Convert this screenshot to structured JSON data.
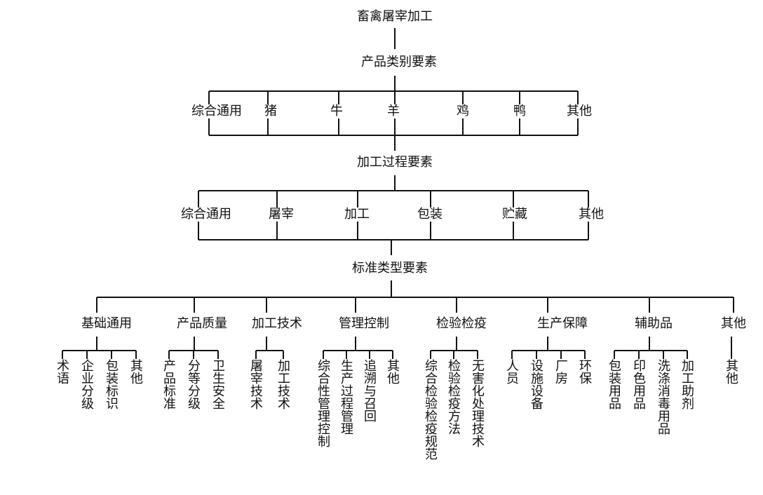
{
  "root": "畜禽屠宰加工",
  "product": {
    "title": "产品类别要素",
    "items": [
      "综合通用",
      "猪",
      "牛",
      "羊",
      "鸡",
      "鸭",
      "其他"
    ]
  },
  "process": {
    "title": "加工过程要素",
    "items": [
      "综合通用",
      "屠宰",
      "加工",
      "包装",
      "贮藏",
      "其他"
    ]
  },
  "standard": {
    "title": "标准类型要素",
    "groups": [
      {
        "label": "基础通用",
        "children": [
          "术语",
          "企业分级",
          "包装标识",
          "其他"
        ]
      },
      {
        "label": "产品质量",
        "children": [
          "产品标准",
          "分等分级",
          "卫生安全"
        ]
      },
      {
        "label": "加工技术",
        "children": [
          "屠宰技术",
          "加工技术"
        ]
      },
      {
        "label": "管理控制",
        "children": [
          "综合性管理控制",
          "生产过程管理",
          "追溯与召回",
          "其他"
        ]
      },
      {
        "label": "检验检疫",
        "children": [
          "综合检验检疫规范",
          "检验检疫方法",
          "无害化处理技术"
        ]
      },
      {
        "label": "生产保障",
        "children": [
          "人员",
          "设施设备",
          "厂房",
          "环保"
        ]
      },
      {
        "label": "辅助品",
        "children": [
          "包装用品",
          "印色用品",
          "洗涤消毒用品",
          "加工助剂"
        ]
      },
      {
        "label": "其他",
        "children": [
          "其他"
        ]
      }
    ]
  }
}
